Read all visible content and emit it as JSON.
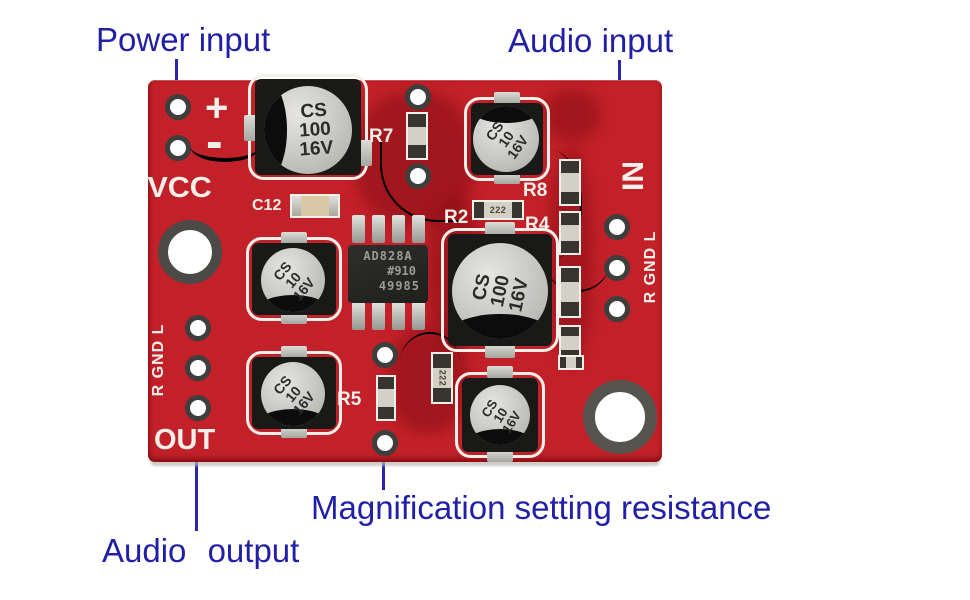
{
  "annotations": {
    "power_input": "Power input",
    "audio_input": "Audio input",
    "magnification": "Magnification setting resistance",
    "audio_output": "Audio output"
  },
  "board": {
    "silkscreen": {
      "vcc": "VCC",
      "plus": "+",
      "minus": "-",
      "in_label": "IN",
      "out_label": "OUT",
      "in_channels": "R GND L",
      "out_channels": "R GND L",
      "c12": "C12",
      "r2": "R2",
      "r4": "R4",
      "r5": "R5",
      "r7": "R7",
      "r8": "R8"
    },
    "ic": {
      "line1": "AD828A",
      "line2": "#910",
      "line3": "49985"
    },
    "capacitors": [
      {
        "l1": "CS",
        "l2": "100",
        "l3": "16V"
      },
      {
        "l1": "CS",
        "l2": "10",
        "l3": "16V"
      },
      {
        "l1": "CS",
        "l2": "10",
        "l3": "16V"
      },
      {
        "l1": "CS",
        "l2": "10",
        "l3": "16V"
      },
      {
        "l1": "CS",
        "l2": "100",
        "l3": "16V"
      },
      {
        "l1": "CS",
        "l2": "10",
        "l3": "16V"
      }
    ],
    "resistor_marking": "222"
  },
  "colors": {
    "pcb_red": "#c32129",
    "silkscreen_white": "#f3efe9",
    "annotation_blue": "#221fa7",
    "cap_silver": "#c9c9c4",
    "ic_body": "#262624"
  }
}
